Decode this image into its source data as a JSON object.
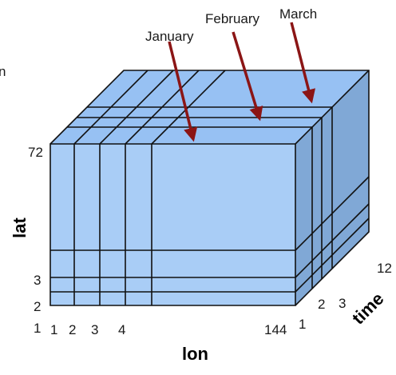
{
  "cube": {
    "front_color": "#a9cdf6",
    "top_color": "#97c1f3",
    "side_color": "#80a8d6",
    "arrow_color": "#8b1515"
  },
  "month_labels": [
    "January",
    "February",
    "March"
  ],
  "lat_axis": {
    "title": "lat",
    "tick_labels": [
      "72",
      "3",
      "2",
      "1"
    ]
  },
  "lon_axis": {
    "title": "lon",
    "tick_labels": [
      "1",
      "2",
      "3",
      "4",
      "144"
    ]
  },
  "time_axis": {
    "title": "time",
    "tick_labels": [
      "1",
      "2",
      "3",
      "12"
    ]
  },
  "edge_text": "n"
}
